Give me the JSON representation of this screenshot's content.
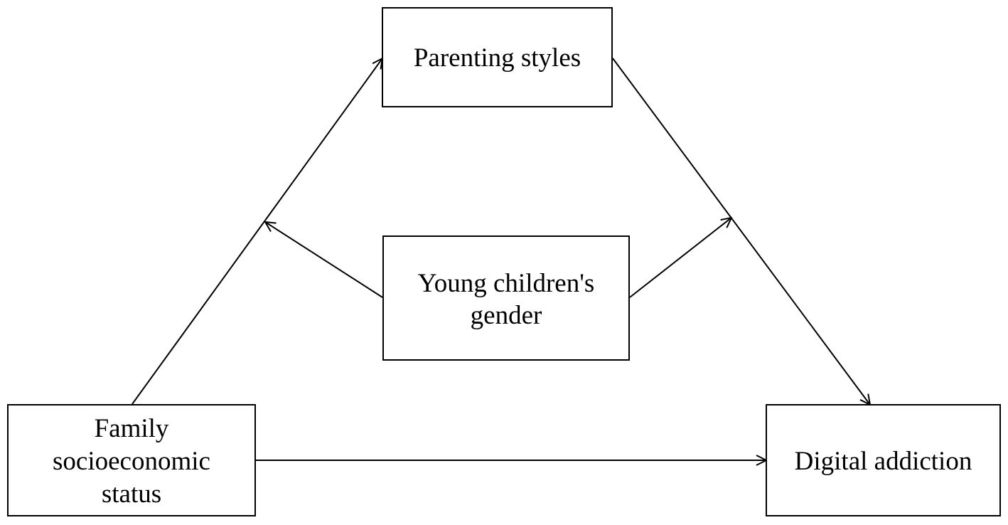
{
  "nodes": {
    "parenting": {
      "lines": [
        "Parenting styles"
      ]
    },
    "gender": {
      "lines": [
        "Young children's",
        "gender"
      ]
    },
    "ses": {
      "lines": [
        "Family",
        "socioeconomic",
        "status"
      ]
    },
    "addiction": {
      "lines": [
        "Digital addiction"
      ]
    }
  },
  "edges": [
    {
      "from": "ses",
      "to": "parenting",
      "kind": "path"
    },
    {
      "from": "parenting",
      "to": "addiction",
      "kind": "path"
    },
    {
      "from": "ses",
      "to": "addiction",
      "kind": "path"
    },
    {
      "from": "gender",
      "to": "ses-parenting-path",
      "kind": "moderation"
    },
    {
      "from": "gender",
      "to": "parenting-addiction-path",
      "kind": "moderation"
    }
  ],
  "colors": {
    "stroke": "#000000",
    "background": "#ffffff",
    "text": "#000000"
  }
}
